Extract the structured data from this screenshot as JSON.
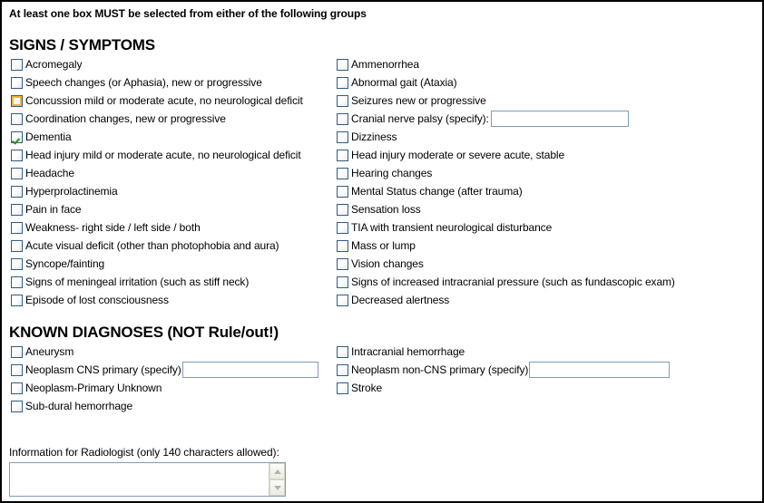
{
  "banner": {
    "text": "At least one box MUST be selected from either of the following groups"
  },
  "signs_section": {
    "title": "SIGNS / SYMPTOMS",
    "rows": [
      {
        "left": {
          "label": "Acromegaly",
          "state": "unchecked"
        },
        "right": {
          "label": "Ammenorrhea",
          "state": "unchecked"
        }
      },
      {
        "left": {
          "label": "Speech changes (or Aphasia), new or progressive",
          "state": "unchecked"
        },
        "right": {
          "label": "Abnormal gait (Ataxia)",
          "state": "unchecked"
        }
      },
      {
        "left": {
          "label": "Concussion mild or moderate acute, no neurological deficit",
          "state": "hover"
        },
        "right": {
          "label": "Seizures new or progressive",
          "state": "unchecked"
        }
      },
      {
        "left": {
          "label": "Coordination changes, new or progressive",
          "state": "unchecked"
        },
        "right": {
          "label": "Cranial nerve palsy (specify):",
          "state": "unchecked",
          "input": {
            "value": "",
            "placeholder": ""
          }
        }
      },
      {
        "left": {
          "label": "Dementia",
          "state": "checked"
        },
        "right": {
          "label": "Dizziness",
          "state": "unchecked"
        }
      },
      {
        "left": {
          "label": "Head injury mild or moderate acute, no neurological deficit",
          "state": "unchecked"
        },
        "right": {
          "label": "Head injury moderate or severe acute, stable",
          "state": "unchecked"
        }
      },
      {
        "left": {
          "label": "Headache",
          "state": "unchecked"
        },
        "right": {
          "label": "Hearing changes",
          "state": "unchecked"
        }
      },
      {
        "left": {
          "label": "Hyperprolactinemia",
          "state": "unchecked"
        },
        "right": {
          "label": "Mental Status change (after trauma)",
          "state": "unchecked"
        }
      },
      {
        "left": {
          "label": "Pain in face",
          "state": "unchecked"
        },
        "right": {
          "label": "Sensation loss",
          "state": "unchecked"
        }
      },
      {
        "left": {
          "label": "Weakness- right side / left side / both",
          "state": "unchecked"
        },
        "right": {
          "label": "TIA with transient neurological disturbance",
          "state": "unchecked"
        }
      },
      {
        "left": {
          "label": "Acute visual deficit (other than photophobia and aura)",
          "state": "unchecked"
        },
        "right": {
          "label": "Mass or lump",
          "state": "unchecked"
        }
      },
      {
        "left": {
          "label": "Syncope/fainting",
          "state": "unchecked"
        },
        "right": {
          "label": "Vision changes",
          "state": "unchecked"
        }
      },
      {
        "left": {
          "label": "Signs of meningeal irritation (such as stiff neck)",
          "state": "unchecked"
        },
        "right": {
          "label": "Signs of increased intracranial pressure (such as fundascopic exam)",
          "state": "unchecked"
        }
      },
      {
        "left": {
          "label": "Episode of lost consciousness",
          "state": "unchecked"
        },
        "right": {
          "label": "Decreased alertness",
          "state": "unchecked"
        }
      }
    ]
  },
  "diagnoses_section": {
    "title": "KNOWN DIAGNOSES (NOT Rule/out!)",
    "rows": [
      {
        "left": {
          "label": "Aneurysm",
          "state": "unchecked"
        },
        "right": {
          "label": "Intracranial hemorrhage",
          "state": "unchecked"
        }
      },
      {
        "left": {
          "label": "Neoplasm CNS primary (specify)",
          "state": "unchecked",
          "input": {
            "value": "",
            "placeholder": ""
          }
        },
        "right": {
          "label": "Neoplasm non-CNS primary (specify)",
          "state": "unchecked",
          "input": {
            "value": "",
            "placeholder": ""
          }
        }
      },
      {
        "left": {
          "label": "Neoplasm-Primary Unknown",
          "state": "unchecked"
        },
        "right": {
          "label": "Stroke",
          "state": "unchecked"
        }
      },
      {
        "left": {
          "label": "Sub-dural hemorrhage",
          "state": "unchecked"
        },
        "right": null
      }
    ]
  },
  "radiologist_info": {
    "label": "Information for Radiologist (only 140 characters allowed):",
    "value": "",
    "placeholder": "",
    "scroll_up_icon": "chevron-up-icon",
    "scroll_down_icon": "chevron-down-icon"
  },
  "colors": {
    "page_border": "#000000",
    "checkbox_border": "#2f5c8a",
    "checkbox_hover_fill": "#f5b237",
    "check_mark": "#2a8a2a",
    "input_border": "#7f9db9",
    "text": "#000000"
  }
}
